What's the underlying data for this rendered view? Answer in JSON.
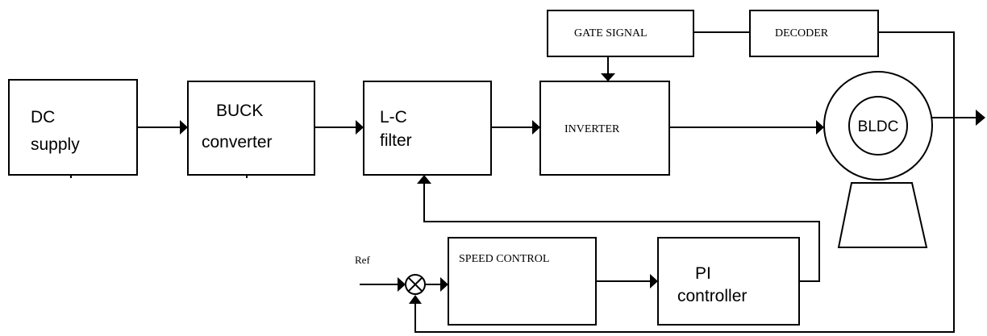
{
  "blocks": {
    "dc_supply": [
      "DC",
      "supply"
    ],
    "buck_converter": [
      "BUCK",
      "converter"
    ],
    "lc_filter": [
      "L-C",
      "filter"
    ],
    "inverter": "INVERTER",
    "gate_signal": "GATE SIGNAL",
    "decoder": "DECODER",
    "motor": "BLDC",
    "speed_control": "SPEED CONTROL",
    "pi_controller": [
      "PI",
      "controller"
    ]
  },
  "ref_label": "Ref"
}
